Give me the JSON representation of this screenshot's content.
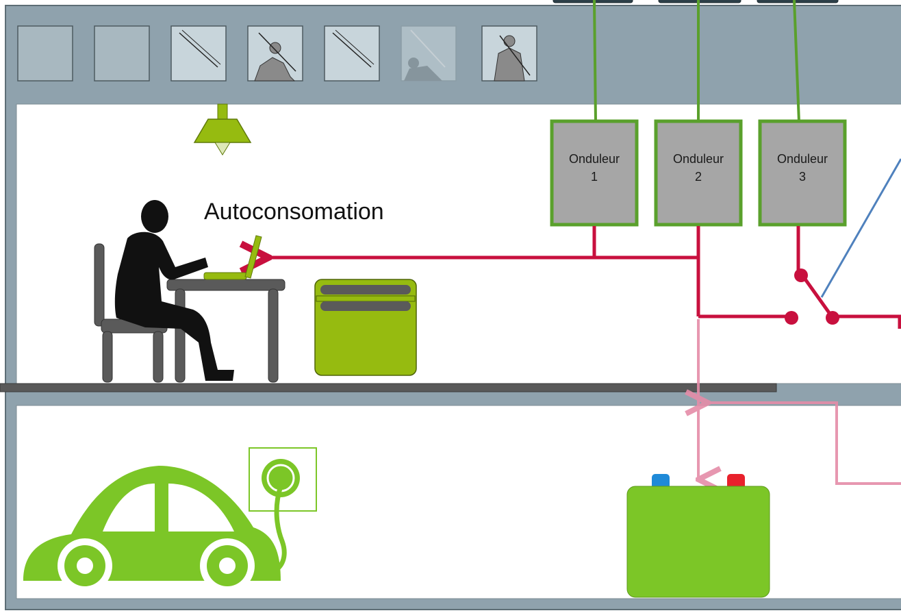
{
  "title": "Autoconsomation",
  "inverters": [
    {
      "line1": "Onduleur",
      "line2": "1"
    },
    {
      "line1": "Onduleur",
      "line2": "2"
    },
    {
      "line1": "Onduleur",
      "line2": "3"
    }
  ],
  "windows": [
    {
      "state": "plain"
    },
    {
      "state": "plain"
    },
    {
      "state": "hatched"
    },
    {
      "state": "person-hatched"
    },
    {
      "state": "hatched"
    },
    {
      "state": "person-faded"
    },
    {
      "state": "person-hatched"
    }
  ],
  "colors": {
    "house_wall": "#8fa2ad",
    "room": "#ffffff",
    "green_dc": "#5aa02c",
    "red_ac": "#c8103e",
    "red_faded": "#e58ca8",
    "blue_switch": "#4f81bd",
    "appliance_green": "#96bb10",
    "ev_green": "#7cc627",
    "inverter_fill": "#a6a6a6",
    "panel_dark": "#2d3f48"
  },
  "icons": {
    "lamp": "ceiling-lamp-icon",
    "person": "person-at-laptop-icon",
    "heater": "radiator-icon",
    "car": "electric-car-icon",
    "socket": "power-socket-icon",
    "battery": "battery-icon"
  }
}
